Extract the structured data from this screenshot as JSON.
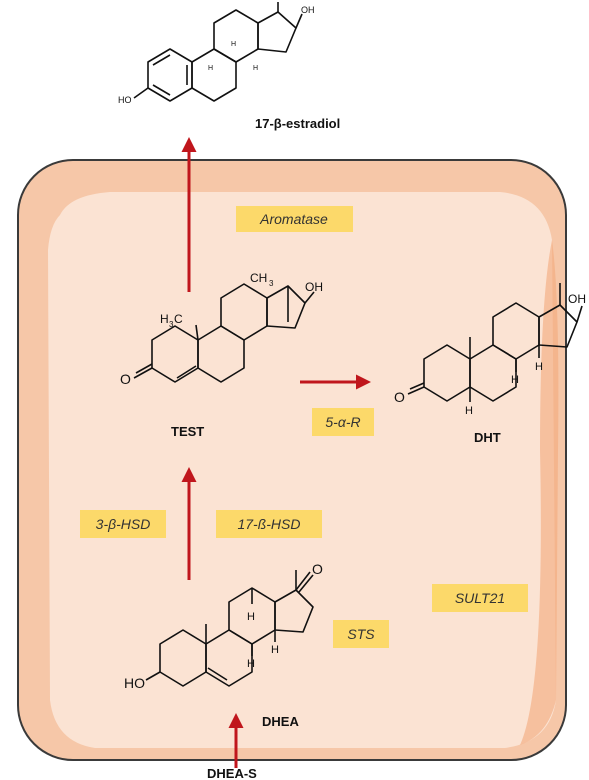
{
  "compounds": {
    "estradiol": "17-β-estradiol",
    "test": "TEST",
    "dht": "DHT",
    "dhea": "DHEA",
    "dhea_s": "DHEA-S"
  },
  "enzymes": {
    "aromatase": "Aromatase",
    "five_alpha_r": "5-α-R",
    "three_beta_hsd": "3-β-HSD",
    "seventeen_beta_hsd": "17-ß-HSD",
    "sult21": "SULT21",
    "sts": "STS"
  },
  "atoms": {
    "oh": "OH",
    "ho": "HO",
    "o": "O",
    "h": "H",
    "ch3": "CH",
    "h3c": "H",
    "three": "3",
    "c": "C"
  },
  "colors": {
    "cell_fill": "#fbe0cf",
    "cell_edge": "#f2b48c",
    "enzyme_box": "#fcd96a",
    "arrow": "#c0161c"
  }
}
